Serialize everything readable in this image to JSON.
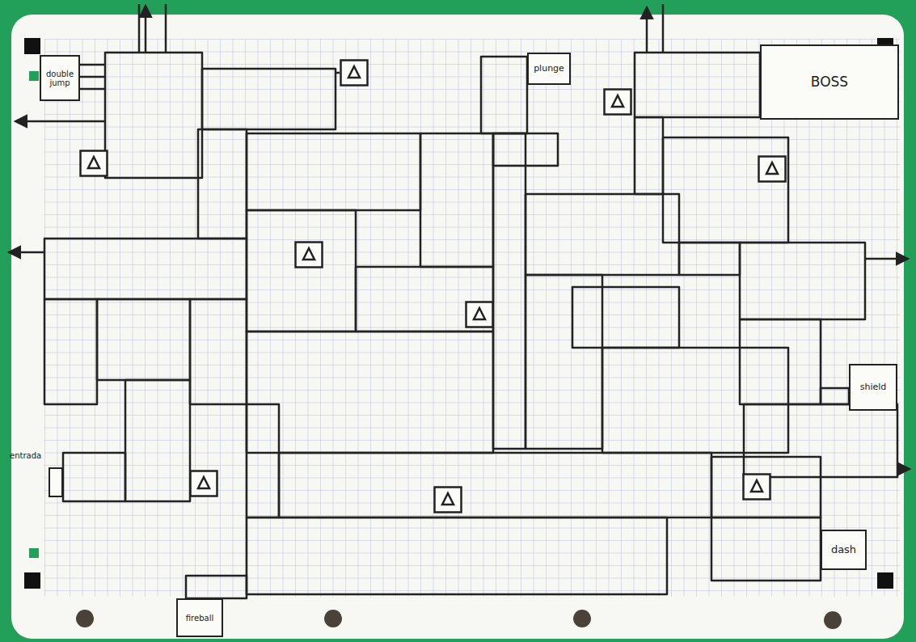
{
  "diagram": {
    "nodes": [
      {
        "text": [
          "double jump"
        ]
      },
      {
        "text": [
          "plunge"
        ]
      },
      {
        "text": [
          "BOSS"
        ]
      },
      {
        "text": [
          "shield"
        ]
      },
      {
        "text": [
          "entrada"
        ]
      },
      {
        "text": [
          "dash"
        ]
      },
      {
        "text": [
          "fireball"
        ]
      }
    ]
  }
}
